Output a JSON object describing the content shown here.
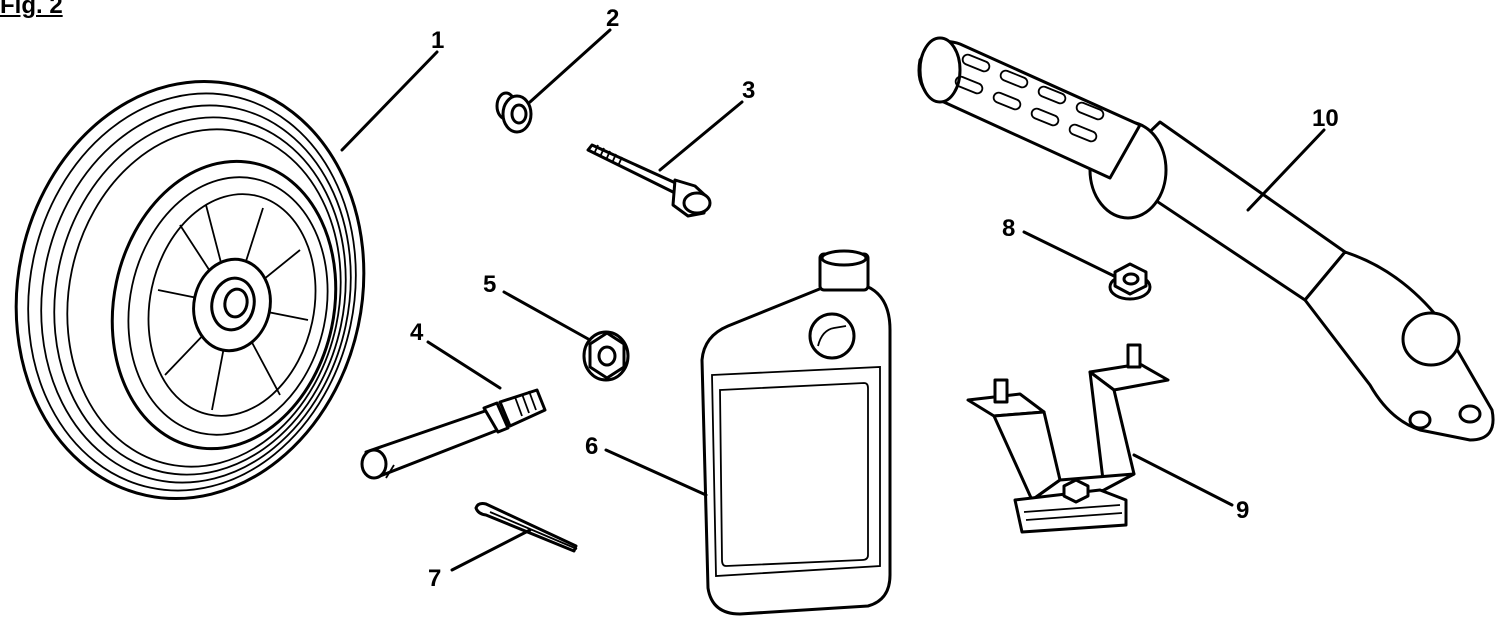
{
  "figure": {
    "title": "Fig. 2"
  },
  "callouts": [
    {
      "id": "1",
      "label": "1"
    },
    {
      "id": "2",
      "label": "2"
    },
    {
      "id": "3",
      "label": "3"
    },
    {
      "id": "4",
      "label": "4"
    },
    {
      "id": "5",
      "label": "5"
    },
    {
      "id": "6",
      "label": "6"
    },
    {
      "id": "7",
      "label": "7"
    },
    {
      "id": "8",
      "label": "8"
    },
    {
      "id": "9",
      "label": "9"
    },
    {
      "id": "10",
      "label": "10"
    }
  ]
}
